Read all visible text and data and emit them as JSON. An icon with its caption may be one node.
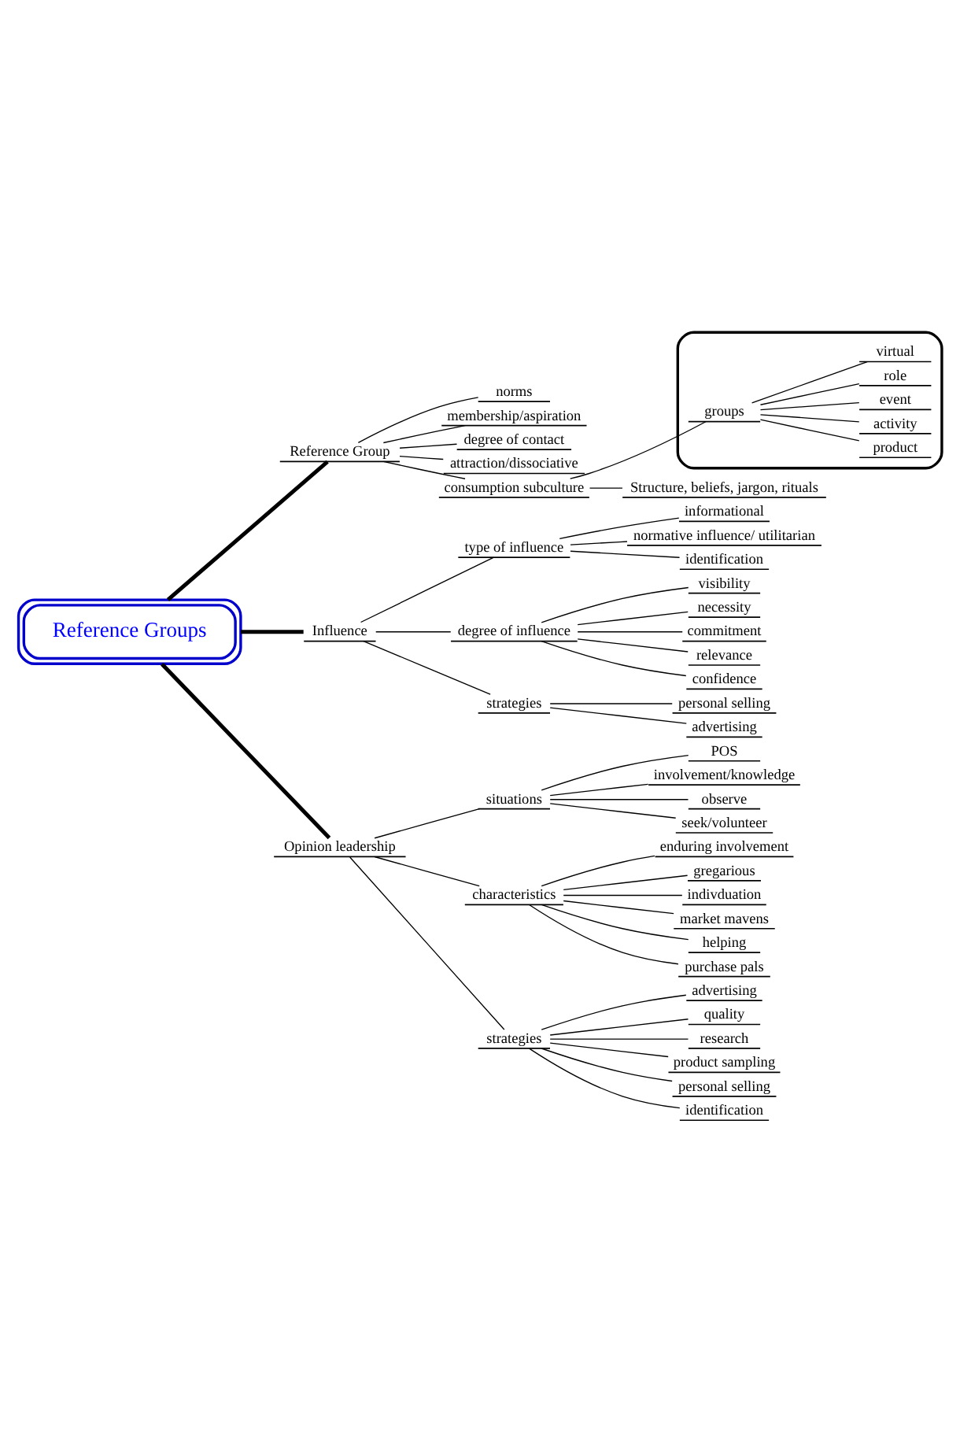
{
  "diagram": {
    "nodes": [
      {
        "text": [
          "Reference Groups"
        ]
      },
      {
        "text": [
          "Reference Group"
        ]
      },
      {
        "text": [
          "norms"
        ]
      },
      {
        "text": [
          "membership/aspiration"
        ]
      },
      {
        "text": [
          "degree of contact"
        ]
      },
      {
        "text": [
          "attraction/dissociative"
        ]
      },
      {
        "text": [
          "consumption subculture"
        ]
      },
      {
        "text": [],
        "shape": "heart"
      },
      {
        "text": [
          "groups"
        ],
        "in": 7
      },
      {
        "text": [
          "product"
        ],
        "in": 7
      },
      {
        "text": [
          "activity"
        ],
        "in": 7
      },
      {
        "text": [
          "event"
        ],
        "in": 7
      },
      {
        "text": [
          "role"
        ],
        "in": 7
      },
      {
        "text": [
          "virtual"
        ],
        "in": 7
      },
      {
        "text": [
          "Structure, beliefs, jargon, rituals"
        ]
      },
      {
        "text": [
          "Influence"
        ]
      },
      {
        "text": [
          "type of influence"
        ]
      },
      {
        "text": [
          "informational"
        ]
      },
      {
        "text": [
          "normative influence/ utilitarian"
        ]
      },
      {
        "text": [
          "identification"
        ]
      },
      {
        "text": [
          "degree of influence"
        ]
      },
      {
        "text": [
          "visibility"
        ]
      },
      {
        "text": [
          "necessity"
        ]
      },
      {
        "text": [
          "commitment"
        ]
      },
      {
        "text": [
          "relevance"
        ]
      },
      {
        "text": [
          "confidence"
        ]
      },
      {
        "text": [
          "strategies"
        ]
      },
      {
        "text": [
          "personal selling"
        ]
      },
      {
        "text": [
          "advertising"
        ]
      },
      {
        "text": [
          "Opinion leadership"
        ]
      },
      {
        "text": [
          "situations"
        ]
      },
      {
        "text": [
          "POS"
        ]
      },
      {
        "text": [
          "involvement/knowledge"
        ]
      },
      {
        "text": [
          "observe"
        ]
      },
      {
        "text": [
          "seek/volunteer"
        ]
      },
      {
        "text": [
          "characteristics"
        ]
      },
      {
        "text": [
          "enduring involvement"
        ]
      },
      {
        "text": [
          "gregarious"
        ]
      },
      {
        "text": [
          "indivduation"
        ]
      },
      {
        "text": [
          "market mavens"
        ]
      },
      {
        "text": [
          "helping"
        ]
      },
      {
        "text": [
          "purchase pals"
        ]
      },
      {
        "text": [
          "strategies"
        ]
      },
      {
        "text": [
          "advertising"
        ]
      },
      {
        "text": [
          "quality"
        ]
      },
      {
        "text": [
          "research"
        ]
      },
      {
        "text": [
          "product sampling"
        ]
      },
      {
        "text": [
          "personal selling"
        ]
      },
      {
        "text": [
          "identification"
        ]
      }
    ],
    "edges": [
      {
        "from": 0,
        "to": 1,
        "arrow": "none",
        "style": "thick"
      },
      {
        "from": 1,
        "to": 2,
        "arrow": "none"
      },
      {
        "from": 1,
        "to": 3,
        "arrow": "none"
      },
      {
        "from": 1,
        "to": 4,
        "arrow": "none"
      },
      {
        "from": 1,
        "to": 5,
        "arrow": "none"
      },
      {
        "from": 1,
        "to": 6,
        "arrow": "none"
      },
      {
        "from": 6,
        "to": 8,
        "arrow": "none"
      },
      {
        "from": 8,
        "to": 9,
        "arrow": "none"
      },
      {
        "from": 8,
        "to": 10,
        "arrow": "none"
      },
      {
        "from": 8,
        "to": 11,
        "arrow": "none"
      },
      {
        "from": 8,
        "to": 12,
        "arrow": "none"
      },
      {
        "from": 8,
        "to": 13,
        "arrow": "none"
      },
      {
        "from": 6,
        "to": 14,
        "arrow": "none"
      },
      {
        "from": 0,
        "to": 15,
        "arrow": "none",
        "style": "thick"
      },
      {
        "from": 15,
        "to": 16,
        "arrow": "none"
      },
      {
        "from": 16,
        "to": 17,
        "arrow": "none"
      },
      {
        "from": 16,
        "to": 18,
        "arrow": "none"
      },
      {
        "from": 16,
        "to": 19,
        "arrow": "none"
      },
      {
        "from": 15,
        "to": 20,
        "arrow": "none"
      },
      {
        "from": 20,
        "to": 21,
        "arrow": "none"
      },
      {
        "from": 20,
        "to": 22,
        "arrow": "none"
      },
      {
        "from": 20,
        "to": 23,
        "arrow": "none"
      },
      {
        "from": 20,
        "to": 24,
        "arrow": "none"
      },
      {
        "from": 20,
        "to": 25,
        "arrow": "none"
      },
      {
        "from": 15,
        "to": 26,
        "arrow": "none"
      },
      {
        "from": 26,
        "to": 27,
        "arrow": "none"
      },
      {
        "from": 26,
        "to": 28,
        "arrow": "none"
      },
      {
        "from": 0,
        "to": 29,
        "arrow": "none",
        "style": "thick"
      },
      {
        "from": 29,
        "to": 30,
        "arrow": "none"
      },
      {
        "from": 30,
        "to": 31,
        "arrow": "none"
      },
      {
        "from": 30,
        "to": 32,
        "arrow": "none"
      },
      {
        "from": 30,
        "to": 33,
        "arrow": "none"
      },
      {
        "from": 30,
        "to": 34,
        "arrow": "none"
      },
      {
        "from": 29,
        "to": 35,
        "arrow": "none"
      },
      {
        "from": 35,
        "to": 36,
        "arrow": "none"
      },
      {
        "from": 35,
        "to": 37,
        "arrow": "none"
      },
      {
        "from": 35,
        "to": 38,
        "arrow": "none"
      },
      {
        "from": 35,
        "to": 39,
        "arrow": "none"
      },
      {
        "from": 35,
        "to": 40,
        "arrow": "none"
      },
      {
        "from": 35,
        "to": 41,
        "arrow": "none"
      },
      {
        "from": 29,
        "to": 42,
        "arrow": "none"
      },
      {
        "from": 42,
        "to": 43,
        "arrow": "none"
      },
      {
        "from": 42,
        "to": 44,
        "arrow": "none"
      },
      {
        "from": 42,
        "to": 45,
        "arrow": "none"
      },
      {
        "from": 42,
        "to": 46,
        "arrow": "none"
      },
      {
        "from": 42,
        "to": 47,
        "arrow": "none"
      },
      {
        "from": 42,
        "to": 48,
        "arrow": "none"
      }
    ]
  }
}
